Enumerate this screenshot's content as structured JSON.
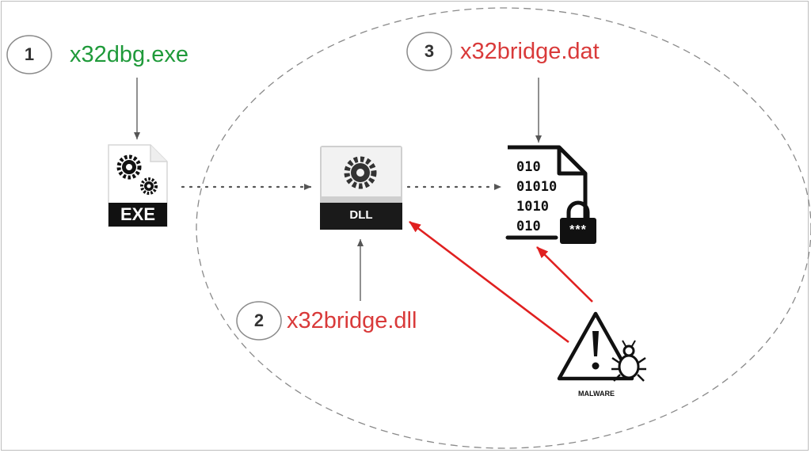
{
  "steps": [
    {
      "number": "1",
      "label": "x32dbg.exe",
      "color": "#1f9a3a"
    },
    {
      "number": "2",
      "label": "x32bridge.dll",
      "color": "#d93a3a"
    },
    {
      "number": "3",
      "label": "x32bridge.dat",
      "color": "#d93a3a"
    }
  ],
  "icons": {
    "exe": {
      "name": "exe-file-icon",
      "label": "EXE"
    },
    "dll": {
      "name": "dll-file-icon",
      "label": "DLL"
    },
    "dat": {
      "name": "binary-file-lock-icon",
      "binary_lines": [
        "010",
        "01010",
        "1010",
        "010"
      ],
      "lock_text": "***"
    },
    "malware": {
      "name": "malware-warning-icon",
      "label": "MALWARE"
    }
  },
  "colors": {
    "accent_red": "#e02020",
    "dark_gray": "#555555",
    "dash_gray": "#8a8a8a"
  }
}
